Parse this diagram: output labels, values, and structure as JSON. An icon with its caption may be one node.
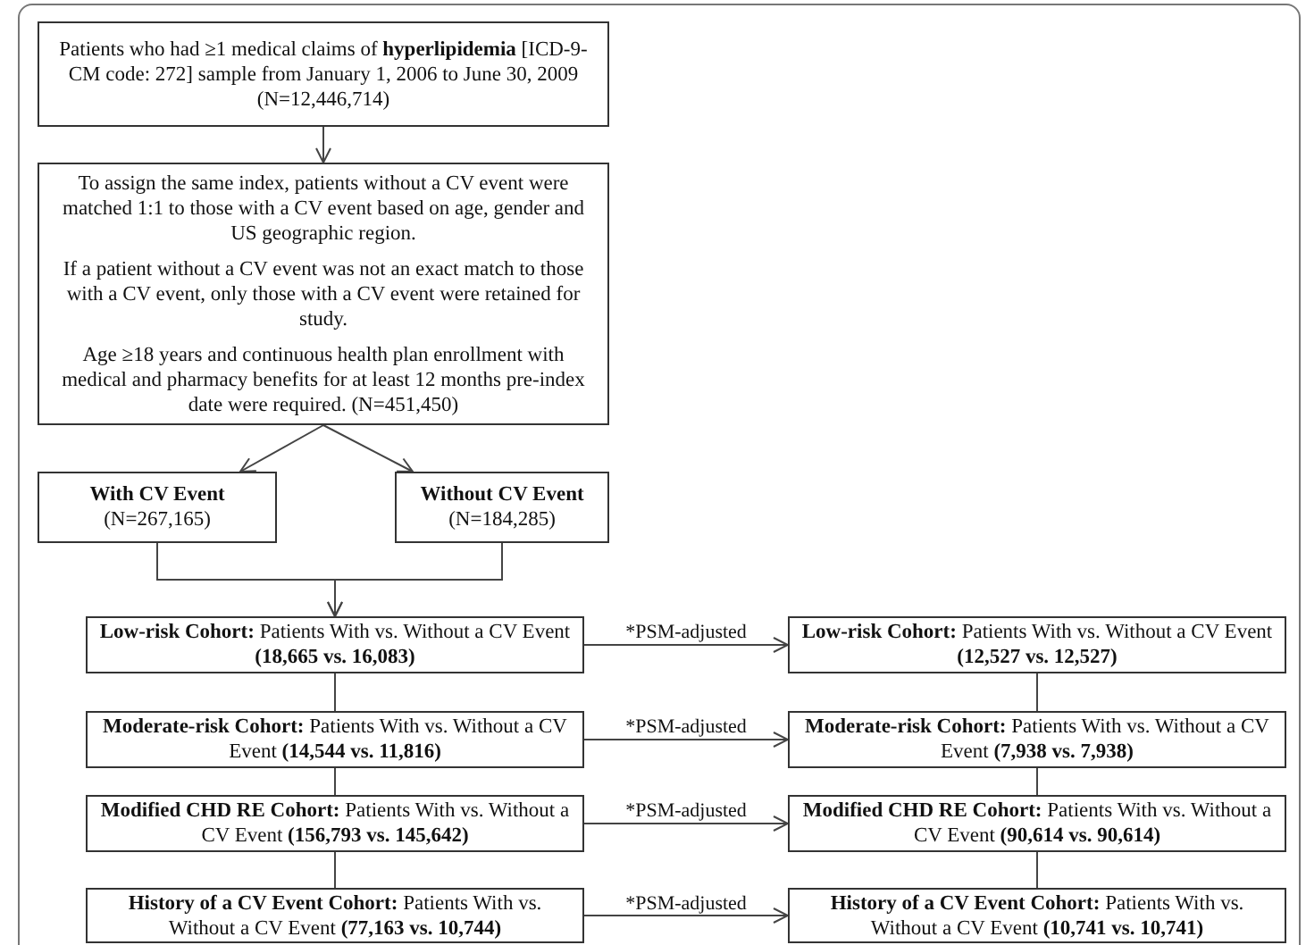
{
  "diagram": {
    "nodes": [
      {
        "text": [
          "Patients who had ≥1 medical claims of **hyperlipidemia** [ICD-9-CM code: 272] sample from January 1, 2006 to June 30, 2009 (N=12,446,714)"
        ]
      },
      {
        "text": [
          "To assign the same index, patients without a CV event were matched 1:1 to those with a CV event based on age, gender and US geographic region.",
          "If a patient without a CV event was not an exact match to those with a CV event, only those with a CV event were retained for study.",
          "Age ≥18 years and continuous health plan enrollment with medical and pharmacy benefits for at least 12 months pre-index date were required. (N=451,450)"
        ]
      },
      {
        "text": [
          "With CV Event",
          "(N=267,165)"
        ]
      },
      {
        "text": [
          "Without CV Event",
          "(N=184,285)"
        ]
      },
      {
        "text": [
          "**Low-risk Cohort:** Patients With vs. Without a CV Event **(18,665 vs. 16,083)**"
        ]
      },
      {
        "text": [
          "**Moderate-risk Cohort:** Patients With vs. Without a CV Event **(14,544 vs. 11,816)**"
        ]
      },
      {
        "text": [
          "**Modified CHD RE Cohort:** Patients With vs. Without a CV Event **(156,793 vs. 145,642)**"
        ]
      },
      {
        "text": [
          "**History of a CV Event Cohort:** Patients With vs. Without a CV Event **(77,163 vs. 10,744)**"
        ]
      },
      {
        "text": [
          "**Low-risk Cohort:** Patients With vs. Without a CV Event **(12,527 vs. 12,527)**"
        ]
      },
      {
        "text": [
          "**Moderate-risk Cohort:** Patients With vs. Without a CV Event **(7,938 vs. 7,938)**"
        ]
      },
      {
        "text": [
          "**Modified CHD RE Cohort:** Patients With vs. Without a CV Event **(90,614 vs. 90,614)**"
        ]
      },
      {
        "text": [
          "**History of a CV Event Cohort:** Patients With vs. Without a CV Event **(10,741 vs. 10,741)**"
        ]
      }
    ],
    "edges": [
      {
        "from": 0,
        "to": 1,
        "arrow": "to"
      },
      {
        "from": 1,
        "to": 2,
        "arrow": "to"
      },
      {
        "from": 1,
        "to": 3,
        "arrow": "to"
      },
      {
        "from": 2,
        "to": 4,
        "arrow": "to"
      },
      {
        "from": 3,
        "to": 4,
        "arrow": "to"
      },
      {
        "from": 4,
        "to": 5,
        "arrow": "none"
      },
      {
        "from": 5,
        "to": 6,
        "arrow": "none"
      },
      {
        "from": 6,
        "to": 7,
        "arrow": "none"
      },
      {
        "from": 8,
        "to": 9,
        "arrow": "none"
      },
      {
        "from": 9,
        "to": 10,
        "arrow": "none"
      },
      {
        "from": 10,
        "to": 11,
        "arrow": "none"
      },
      {
        "from": 4,
        "to": 8,
        "arrow": "to",
        "label": "*PSM-adjusted"
      },
      {
        "from": 5,
        "to": 9,
        "arrow": "to",
        "label": "*PSM-adjusted"
      },
      {
        "from": 6,
        "to": 10,
        "arrow": "to",
        "label": "*PSM-adjusted"
      },
      {
        "from": 7,
        "to": 11,
        "arrow": "to",
        "label": "*PSM-adjusted"
      }
    ]
  }
}
